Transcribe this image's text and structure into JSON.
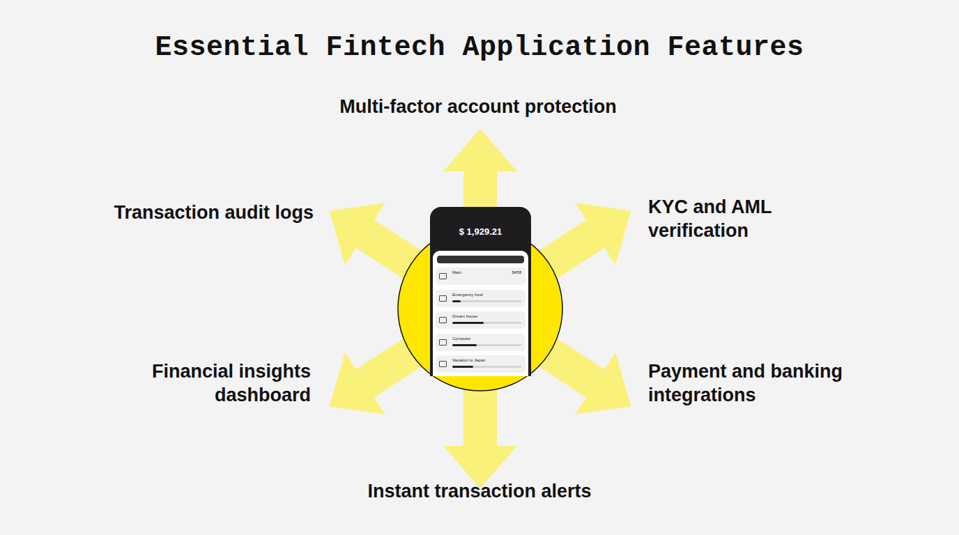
{
  "diagram": {
    "title": "Essential Fintech Application Features",
    "nodes": [
      {
        "text": [
          "$ 1,929.21"
        ]
      },
      {
        "text": [
          "Main",
          "$458"
        ],
        "in": 0
      },
      {
        "text": [
          "Emergency fund"
        ],
        "in": 0
      },
      {
        "text": [
          "Dream house"
        ],
        "in": 0
      },
      {
        "text": [
          "Computer"
        ],
        "in": 0
      },
      {
        "text": [
          "Vacation to Japan"
        ],
        "in": 0
      }
    ],
    "labels": [
      "Multi-factor account protection",
      "Transaction audit logs",
      "KYC and AML verification",
      "Financial insights dashboard",
      "Payment and banking integrations",
      "Instant transaction alerts"
    ]
  }
}
